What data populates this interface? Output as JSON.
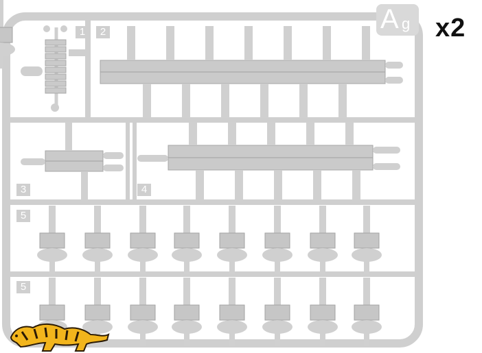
{
  "quantity_label": "x2",
  "sprue_tag": {
    "letter": "A",
    "suffix": "g"
  },
  "part_numbers": [
    "1",
    "2",
    "3",
    "4",
    "5",
    "5"
  ],
  "colors": {
    "plastic": "#d2d2d2",
    "plastic_edge": "#b9b9b9",
    "detail": "#9e9e9e",
    "logo_yellow": "#f2b51c"
  },
  "icons": [
    "tiger-logo-icon"
  ]
}
